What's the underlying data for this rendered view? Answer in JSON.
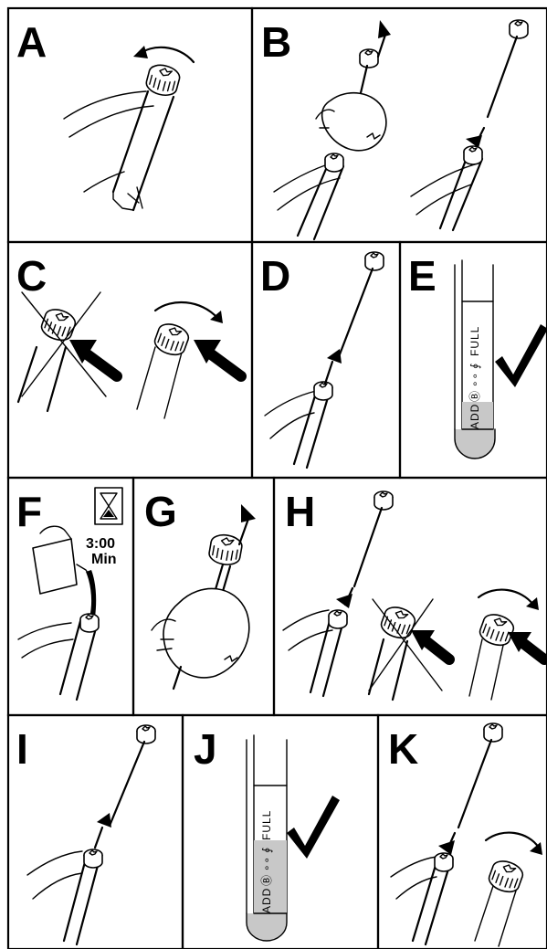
{
  "panels": {
    "a": {
      "letter": "A"
    },
    "b": {
      "letter": "B"
    },
    "c": {
      "letter": "C"
    },
    "d": {
      "letter": "D"
    },
    "e": {
      "letter": "E",
      "dipstick_labels": [
        "ADD",
        "Ⓑ",
        "∘∘",
        "∮",
        "FULL"
      ]
    },
    "f": {
      "letter": "F",
      "timer_value": "3:00",
      "timer_unit": "Min"
    },
    "g": {
      "letter": "G"
    },
    "h": {
      "letter": "H"
    },
    "i": {
      "letter": "I"
    },
    "j": {
      "letter": "J",
      "dipstick_labels": [
        "ADD",
        "Ⓑ",
        "∘∘",
        "∮",
        "FULL"
      ]
    },
    "k": {
      "letter": "K"
    }
  },
  "colors": {
    "ink": "#000000",
    "oil_level": "#c8c8c8",
    "background": "#ffffff"
  }
}
